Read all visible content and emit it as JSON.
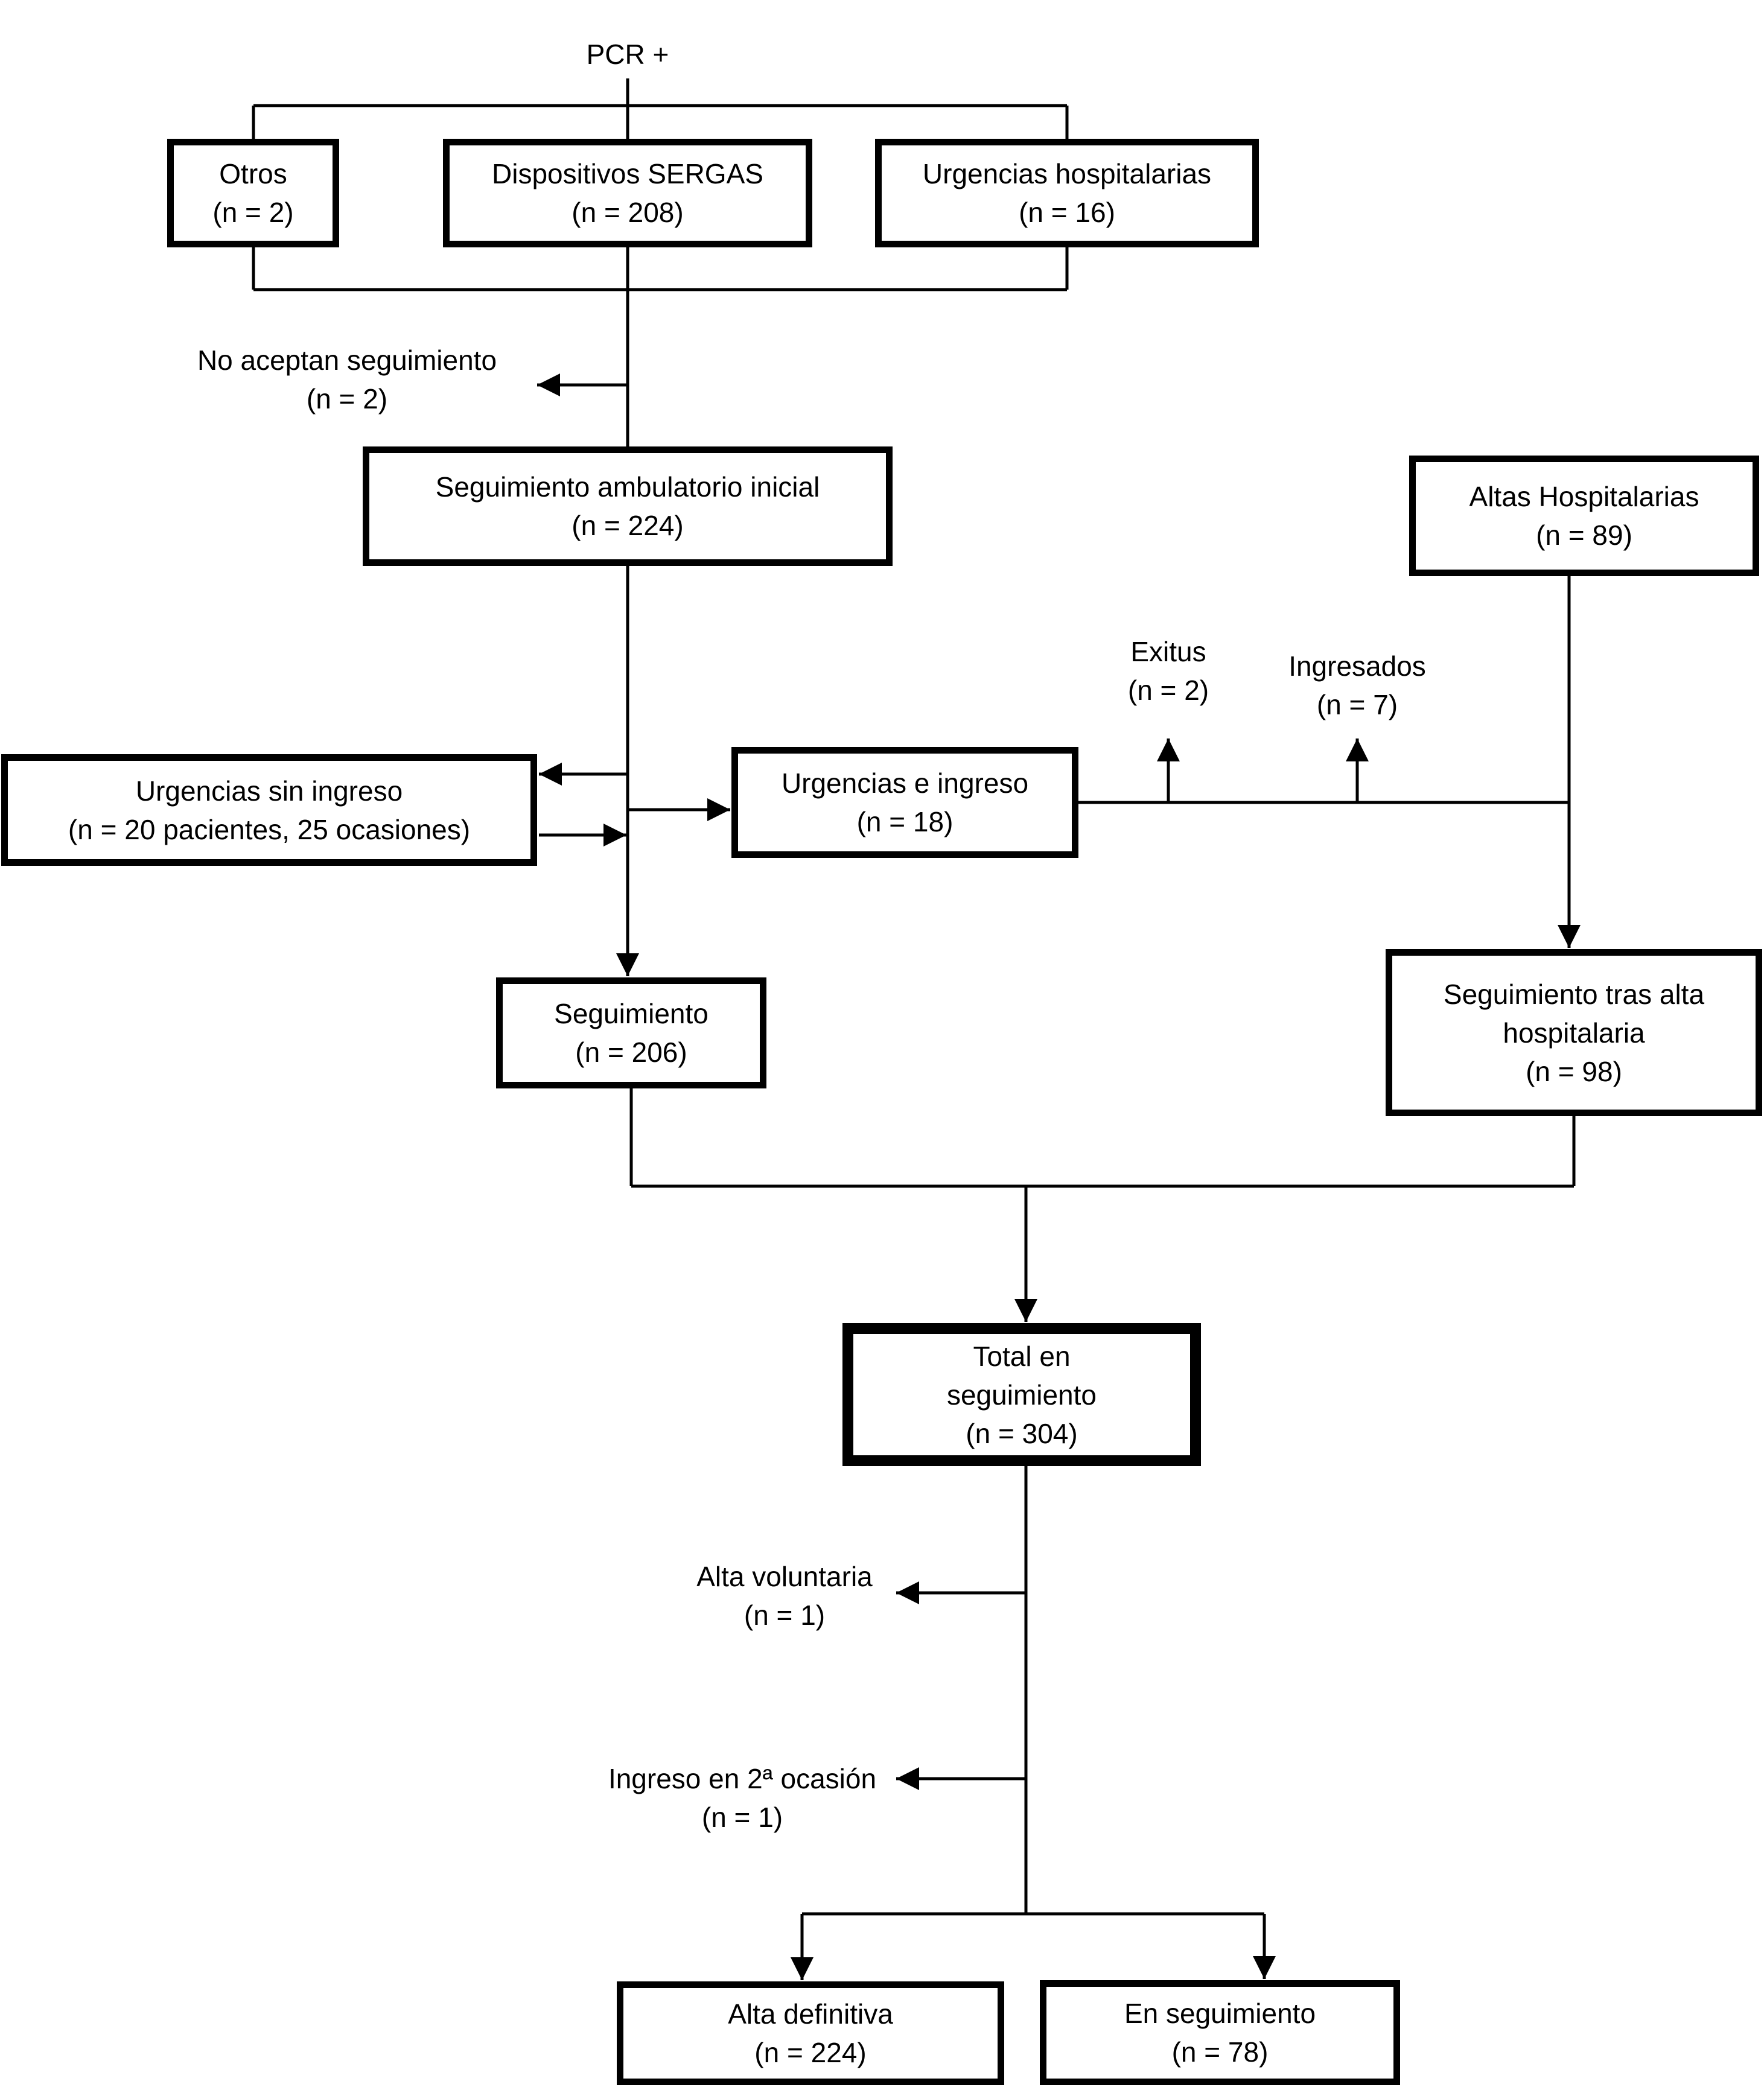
{
  "figure": {
    "type": "flowchart",
    "language": "es",
    "description": "Patient follow-up flow diagram for PCR positive cases"
  },
  "colors": {
    "background": "#ffffff",
    "line": "#000000",
    "text": "#000000"
  },
  "nodes": {
    "pcr": {
      "label": "PCR +"
    },
    "otros": {
      "label": "Otros",
      "count": "(n = 2)"
    },
    "dispositivos_sergas": {
      "label": "Dispositivos SERGAS",
      "count": "(n = 208)"
    },
    "urgencias_hospitalarias": {
      "label": "Urgencias hospitalarias",
      "count": "(n = 16)"
    },
    "no_aceptan_seguimiento": {
      "label": "No aceptan seguimiento",
      "count": "(n = 2)"
    },
    "seguimiento_ambulatorio_inicial": {
      "label": "Seguimiento ambulatorio inicial",
      "count": "(n = 224)"
    },
    "altas_hospitalarias": {
      "label": "Altas Hospitalarias",
      "count": "(n = 89)"
    },
    "exitus": {
      "label": "Exitus",
      "count": "(n = 2)"
    },
    "ingresados": {
      "label": "Ingresados",
      "count": "(n = 7)"
    },
    "urgencias_sin_ingreso": {
      "label": "Urgencias sin ingreso",
      "count": "(n = 20 pacientes, 25 ocasiones)"
    },
    "urgencias_e_ingreso": {
      "label": "Urgencias e ingreso",
      "count": "(n = 18)"
    },
    "seguimiento": {
      "label": "Seguimiento",
      "count": "(n = 206)"
    },
    "seguimiento_tras_alta": {
      "label": "Seguimiento tras alta hospitalaria",
      "count": "(n = 98)"
    },
    "total_en_seguimiento": {
      "label": "Total en seguimiento",
      "count": "(n = 304)"
    },
    "alta_voluntaria": {
      "label": "Alta voluntaria",
      "count": "(n = 1)"
    },
    "ingreso_2a_ocasion": {
      "label": "Ingreso en 2ª ocasión",
      "count": "(n = 1)"
    },
    "alta_definitiva": {
      "label": "Alta definitiva",
      "count": "(n = 224)"
    },
    "en_seguimiento": {
      "label": "En seguimiento",
      "count": "(n = 78)"
    }
  }
}
